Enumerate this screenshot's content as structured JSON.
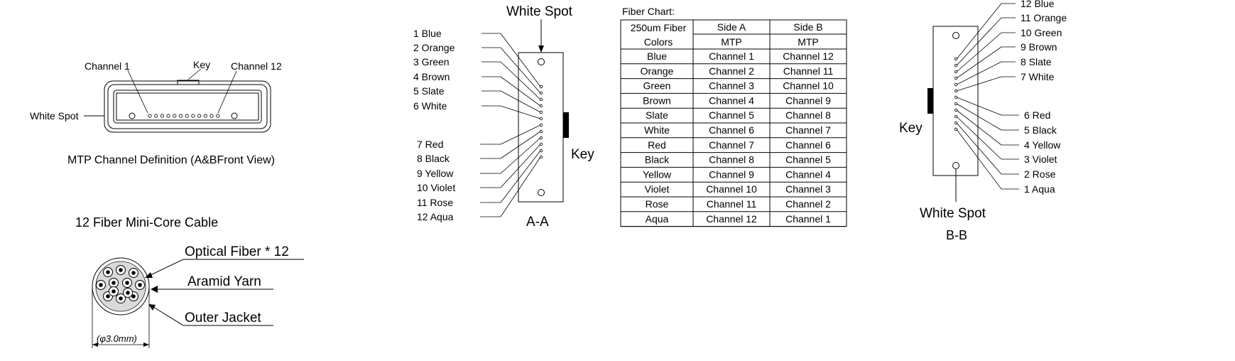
{
  "front_view": {
    "channel1_label": "Channel 1",
    "key_label": "Key",
    "channel12_label": "Channel 12",
    "white_spot_label": "White Spot",
    "caption": "MTP Channel Definition (A&BFront View)"
  },
  "cable": {
    "title": "12 Fiber Mini-Core Cable",
    "optical_fiber_label": "Optical Fiber * 12",
    "aramid_label": "Aramid Yarn",
    "jacket_label": "Outer Jacket",
    "diameter_label": "(φ3.0mm)"
  },
  "section_aa": {
    "white_spot_label": "White Spot",
    "key_label": "Key",
    "caption": "A-A",
    "fibers": [
      "1 Blue",
      "2 Orange",
      "3 Green",
      "4 Brown",
      "5 Slate",
      "6 White",
      "7 Red",
      "8 Black",
      "9 Yellow",
      "10 Violet",
      "11 Rose",
      "12 Aqua"
    ]
  },
  "fiber_chart": {
    "title": "Fiber Chart:",
    "header_col1": "250um Fiber",
    "header_col1_line2": "Colors",
    "side_a": "Side A",
    "side_b": "Side B",
    "mtp_a": "MTP",
    "mtp_b": "MTP",
    "rows": [
      {
        "color": "Blue",
        "a": "Channel 1",
        "b": "Channel 12"
      },
      {
        "color": "Orange",
        "a": "Channel 2",
        "b": "Channel 11"
      },
      {
        "color": "Green",
        "a": "Channel 3",
        "b": "Channel 10"
      },
      {
        "color": "Brown",
        "a": "Channel 4",
        "b": "Channel 9"
      },
      {
        "color": "Slate",
        "a": "Channel 5",
        "b": "Channel 8"
      },
      {
        "color": "White",
        "a": "Channel 6",
        "b": "Channel 7"
      },
      {
        "color": "Red",
        "a": "Channel 7",
        "b": "Channel 6"
      },
      {
        "color": "Black",
        "a": "Channel 8",
        "b": "Channel 5"
      },
      {
        "color": "Yellow",
        "a": "Channel 9",
        "b": "Channel 4"
      },
      {
        "color": "Violet",
        "a": "Channel 10",
        "b": "Channel 3"
      },
      {
        "color": "Rose",
        "a": "Channel 11",
        "b": "Channel 2"
      },
      {
        "color": "Aqua",
        "a": "Channel 12",
        "b": "Channel 1"
      }
    ]
  },
  "section_bb": {
    "key_label": "Key",
    "white_spot_label": "White Spot",
    "caption": "B-B",
    "fibers": [
      "12 Blue",
      "11 Orange",
      "10 Green",
      "9 Brown",
      "8 Slate",
      "7 White",
      "6 Red",
      "5 Black",
      "4 Yellow",
      "3 Violet",
      "2 Rose",
      "1 Aqua"
    ]
  }
}
